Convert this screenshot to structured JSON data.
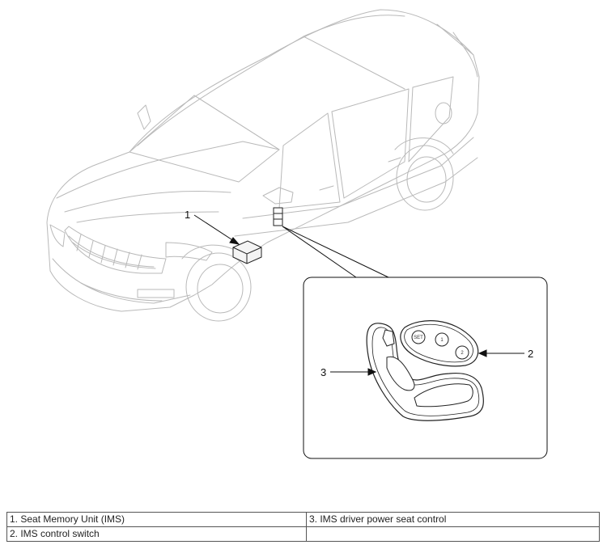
{
  "callouts": {
    "c1": "1",
    "c2": "2",
    "c3": "3"
  },
  "switch_buttons": {
    "set": "SET",
    "one": "1",
    "two": "2"
  },
  "legend": {
    "left": [
      "1. Seat Memory Unit (IMS)",
      "2. IMS control switch"
    ],
    "right": [
      "3. IMS driver power seat control",
      ""
    ]
  }
}
